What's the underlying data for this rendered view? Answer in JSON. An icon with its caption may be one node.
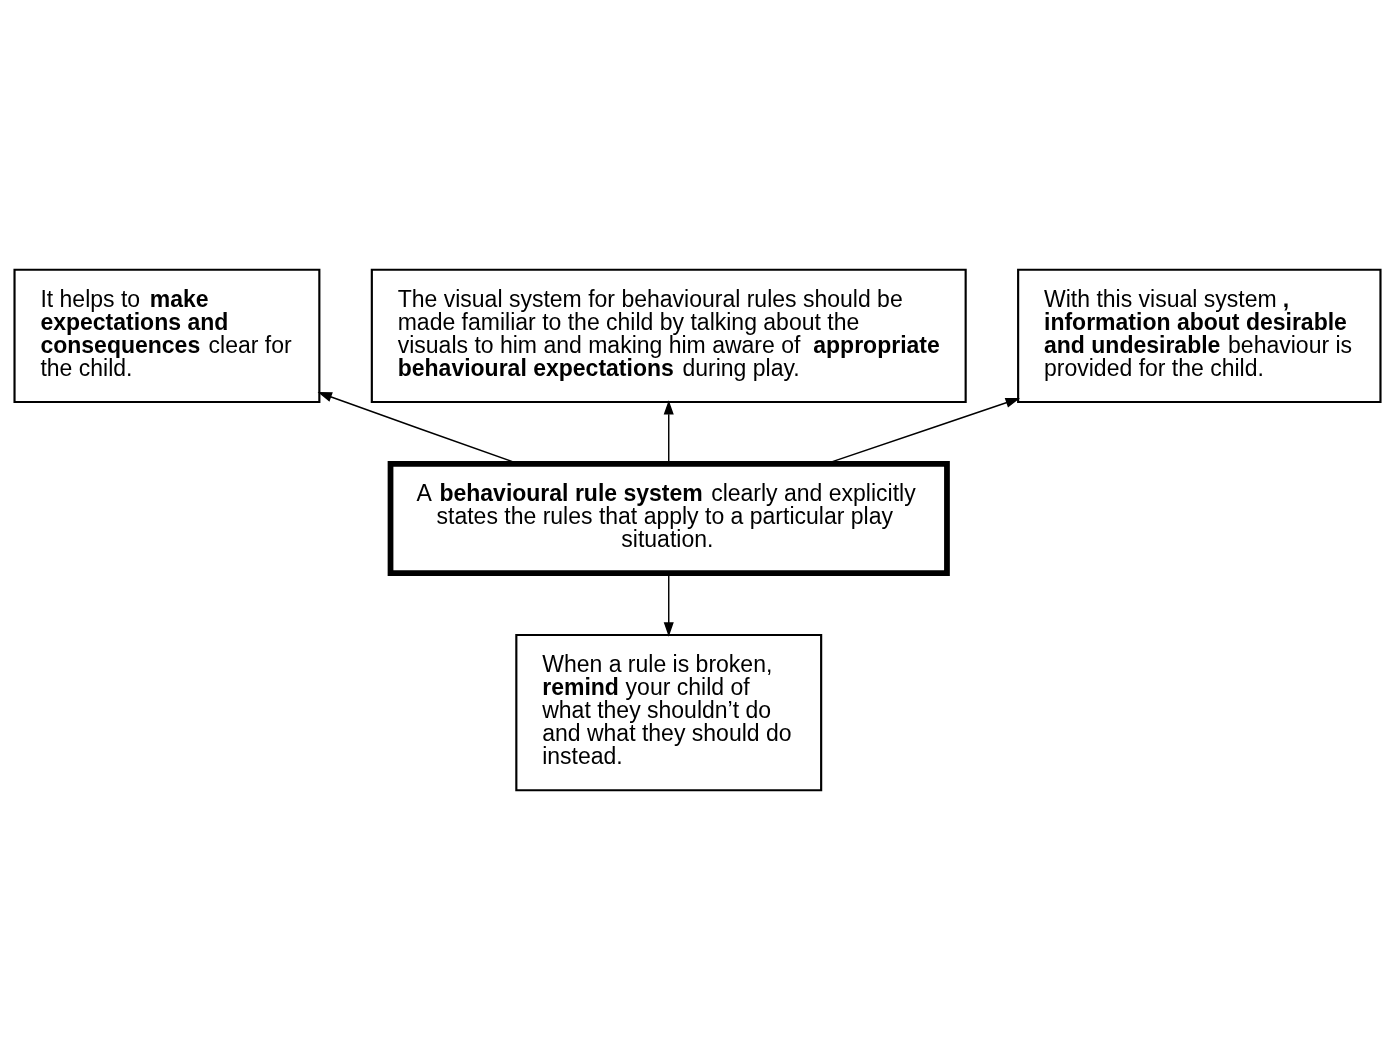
{
  "diagram": {
    "nodes": [
      {
        "text": [
          "The visual system for behavioural rules should be made familiar to the child by talking about the visuals to him and making him aware of **appropriate behavioural expectations** during play."
        ]
      },
      {
        "text": [
          "It helps to **make expectations and consequences** clear for the child."
        ]
      },
      {
        "text": [
          "With this visual system**, information about desirable and undesirable** behaviour is provided for the child."
        ]
      },
      {
        "text": [
          "A **behavioural rule system** clearly and explicitly states the rules that apply to a particular play situation."
        ]
      },
      {
        "text": [
          "When a rule is broken, **remind** your child of what they shouldn’t do and what they should do instead."
        ]
      }
    ],
    "edges": [
      {
        "from": 3,
        "to": 1,
        "arrow": "to"
      },
      {
        "from": 3,
        "to": 0,
        "arrow": "to"
      },
      {
        "from": 3,
        "to": 2,
        "arrow": "to"
      },
      {
        "from": 3,
        "to": 4,
        "arrow": "to"
      }
    ]
  }
}
